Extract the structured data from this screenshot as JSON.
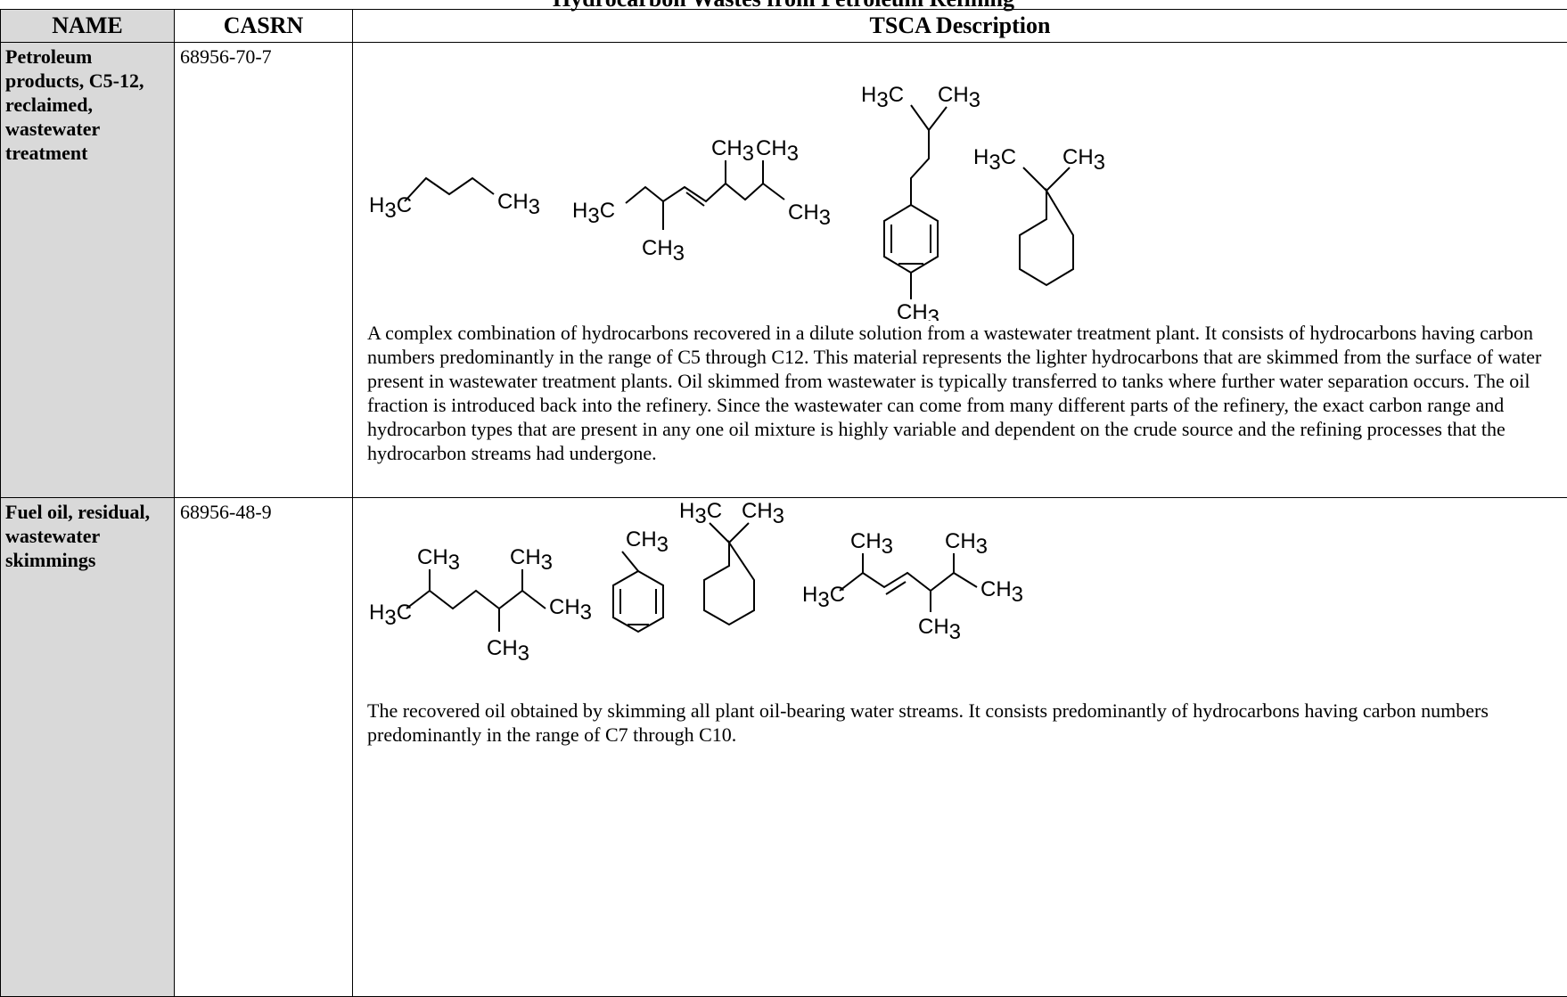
{
  "document": {
    "title": "Hydrocarbon Wastes from Petroleum Refining"
  },
  "table": {
    "headers": {
      "name": "NAME",
      "casrn": "CASRN",
      "description": "TSCA Description"
    },
    "rows": [
      {
        "name": "Petroleum products, C5-12, reclaimed, wastewater treatment",
        "casrn": "68956-70-7",
        "description": "A complex combination of hydrocarbons recovered in a dilute solution from a wastewater treatment plant. It consists of hydrocarbons having carbon numbers predominantly in the range of C5 through C12. This material represents the lighter hydrocarbons that are skimmed from the surface of water present in wastewater treatment plants. Oil skimmed from wastewater is typically transferred to tanks where further water separation occurs. The oil fraction is introduced back into the refinery. Since the wastewater can come from many different parts of the refinery, the exact carbon range and hydrocarbon types that are present in any one oil mixture is highly variable and dependent on the crude source and the refining processes that the hydrocarbon streams had undergone."
      },
      {
        "name": "Fuel oil, residual, wastewater skimmings",
        "casrn": "68956-48-9",
        "description": "The recovered oil obtained by skimming all plant oil-bearing water streams. It consists predominantly of hydrocarbons having carbon numbers predominantly in the range of C7 through C10."
      }
    ]
  },
  "chem": {
    "H": "H",
    "C": "C",
    "three": "3"
  }
}
